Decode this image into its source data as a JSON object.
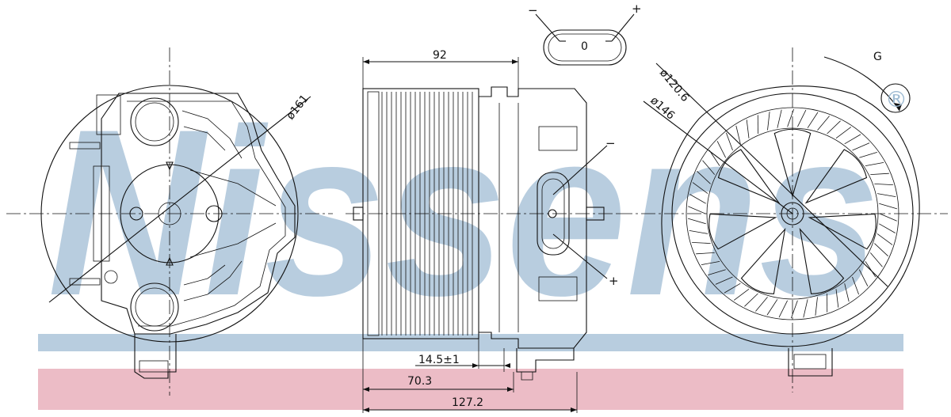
{
  "watermark": {
    "brand": "Nissens",
    "blue_band_color": "#9dbad2",
    "pink_band_color": "#ecbcc6"
  },
  "connector": {
    "minus_label": "−",
    "plus_label": "+",
    "center_label": "0"
  },
  "front_view": {
    "diameter_label": "ø161"
  },
  "side_view": {
    "top_dim_label": "92",
    "dim_14_label": "14.5±1",
    "dim_70_label": "70.3",
    "dim_127_label": "127.2",
    "minus_label": "−",
    "plus_label": "+"
  },
  "rear_view": {
    "dia_120_label": "ø120.6",
    "dia_146_label": "ø146",
    "rotation_symbol": "G",
    "registered_mark": "®"
  }
}
